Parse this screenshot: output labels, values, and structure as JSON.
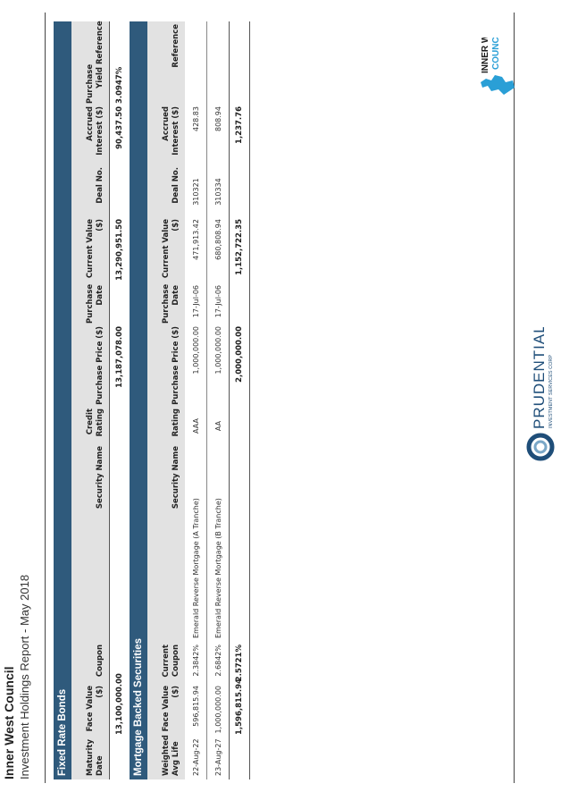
{
  "document": {
    "title": "Inner West Council",
    "subtitle": "Investment Holdings Report - May 2018"
  },
  "logos": {
    "council_line1": "INNER WEST",
    "council_line2": "COUNCIL",
    "prudential_name": "PRUDENTIAL",
    "prudential_tagline": "INVESTMENT SERVICES CORP"
  },
  "colors": {
    "section_header": "#2f5a7c",
    "column_header_bg": "#e2e2e2",
    "prudential_blue": "#1f4e79"
  },
  "fixed_rate_bonds": {
    "section_title": "Fixed Rate Bonds",
    "columns": [
      "Maturity Date",
      "Face Value ($)",
      "Coupon",
      "Security Name",
      "Credit Rating",
      "Purchase Price ($)",
      "Purchase Date",
      "Current Value ($)",
      "Deal No.",
      "Accrued Interest ($)",
      "Purchase Yield",
      "Reference"
    ],
    "totals": {
      "face_value": "13,100,000.00",
      "purchase_price": "13,187,078.00",
      "current_value": "13,290,951.50",
      "accrued_interest": "90,437.50",
      "purchase_yield": "3.0947%"
    }
  },
  "mortgage_backed": {
    "section_title": "Mortgage Backed Securities",
    "columns": [
      "Weighted Avg Life",
      "Face Value ($)",
      "Current Coupon",
      "Security Name",
      "Rating",
      "Purchase Price ($)",
      "Purchase Date",
      "Current Value ($)",
      "Deal No.",
      "Accrued Interest ($)",
      "Reference"
    ],
    "rows": [
      {
        "avg_life": "22-Aug-22",
        "face_value": "596,815.94",
        "coupon": "2.3842%",
        "security_name": "Emerald Reverse Mortgage (A Tranche)",
        "rating": "AAA",
        "purchase_price": "1,000,000.00",
        "purchase_date": "17-Jul-06",
        "current_value": "471,913.42",
        "deal_no": "310321",
        "accrued_interest": "428.83",
        "reference": ""
      },
      {
        "avg_life": "23-Aug-27",
        "face_value": "1,000,000.00",
        "coupon": "2.6842%",
        "security_name": "Emerald Reverse Mortgage (B Tranche)",
        "rating": "AA",
        "purchase_price": "1,000,000.00",
        "purchase_date": "17-Jul-06",
        "current_value": "680,808.94",
        "deal_no": "310334",
        "accrued_interest": "808.94",
        "reference": ""
      }
    ],
    "totals": {
      "face_value": "1,596,815.94",
      "coupon": "2.5721%",
      "purchase_price": "2,000,000.00",
      "current_value": "1,152,722.35",
      "accrued_interest": "1,237.76"
    }
  }
}
